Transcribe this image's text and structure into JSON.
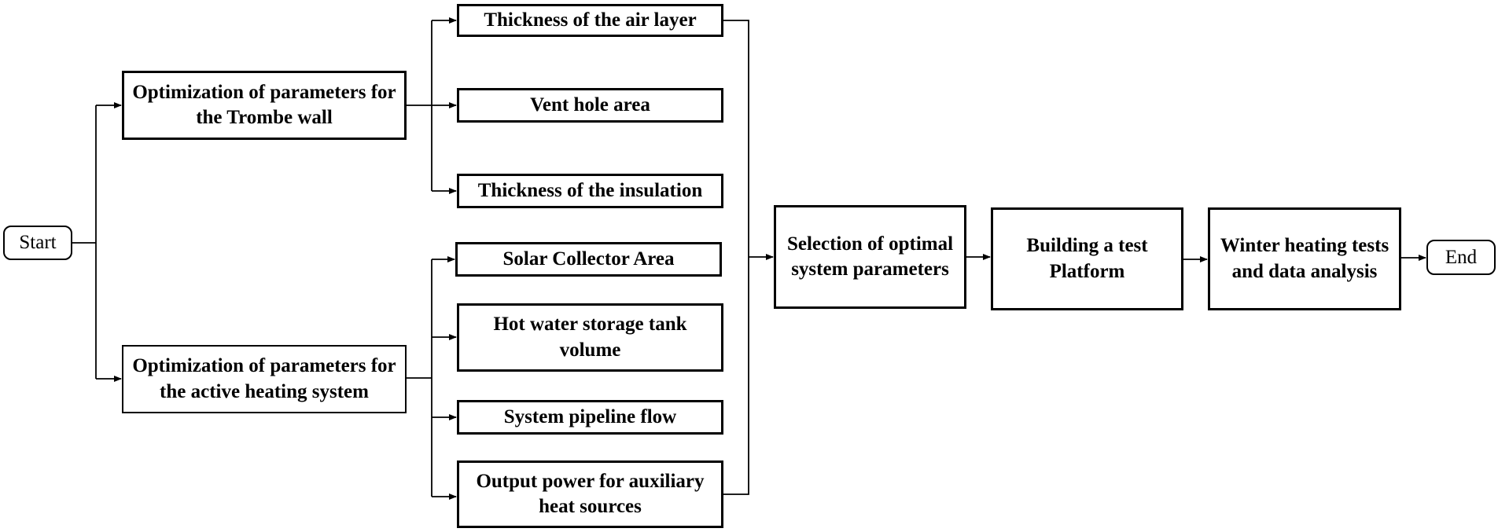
{
  "diagram": {
    "start_label": "Start",
    "end_label": "End",
    "branch_trombe": "Optimization of parameters for the Trombe wall",
    "branch_active": "Optimization of parameters for the active heating system",
    "trombe_params": [
      "Thickness of the air layer",
      "Vent hole area",
      "Thickness of the insulation"
    ],
    "active_params": [
      "Solar Collector Area",
      "Hot water storage tank volume",
      "System pipeline flow",
      "Output power for auxiliary heat sources"
    ],
    "selection": "Selection of optimal system parameters",
    "platform": "Building a test Platform",
    "tests": "Winter heating tests and data analysis"
  }
}
